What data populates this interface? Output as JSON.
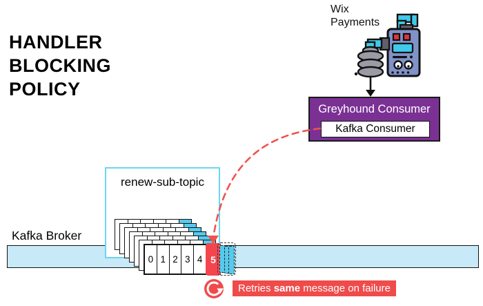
{
  "title": {
    "line1": "HANDLER",
    "line2": "BLOCKING",
    "line3": "POLICY"
  },
  "producer": {
    "name_line1": "Wix",
    "name_line2": "Payments"
  },
  "consumer": {
    "outer_label": "Greyhound Consumer",
    "inner_label": "Kafka Consumer"
  },
  "topic": {
    "label": "renew-sub-topic",
    "partitions": [
      "0",
      "1",
      "2",
      "3",
      "4",
      "5"
    ],
    "active_partition": "5",
    "stacked_strips": 7
  },
  "broker": {
    "label": "Kafka Broker"
  },
  "retry": {
    "prefix": "Retries ",
    "bold": "same",
    "suffix": " message on failure"
  },
  "icons": {
    "machine": "payment-machine-icon",
    "down_arrow": "down-arrow-icon",
    "dashed_arrow": "retry-dashed-arrow",
    "retry": "retry-circular-arrow-icon"
  },
  "colors": {
    "consumer_purple": "#7B3194",
    "retry_red": "#EF4B4B",
    "active_cell_red": "#F4454E",
    "topic_border_cyan": "#6BD5F0",
    "cell_cyan": "#58C9EC",
    "broker_bar_fill": "#C7E9F8",
    "machine_body_blue": "#8092C8",
    "pipe_cyan": "#3FC9EA"
  }
}
